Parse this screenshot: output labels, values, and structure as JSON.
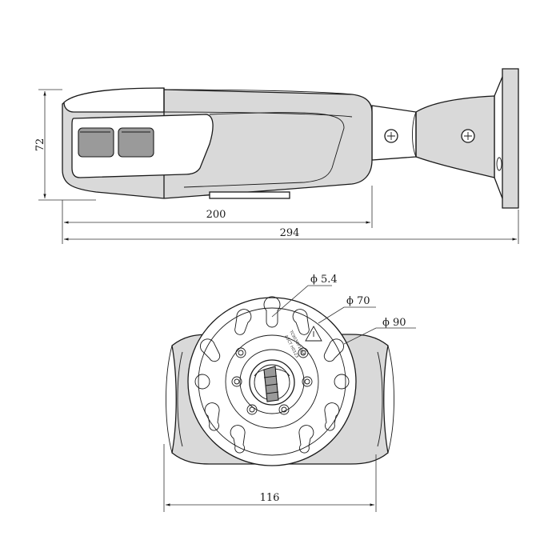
{
  "dimensions": {
    "height": "72",
    "body_length": "200",
    "total_length": "294",
    "hole_small": "ϕ 5.4",
    "hole_mid": "ϕ 70",
    "hole_large": "ϕ 90",
    "base_width": "116"
  }
}
